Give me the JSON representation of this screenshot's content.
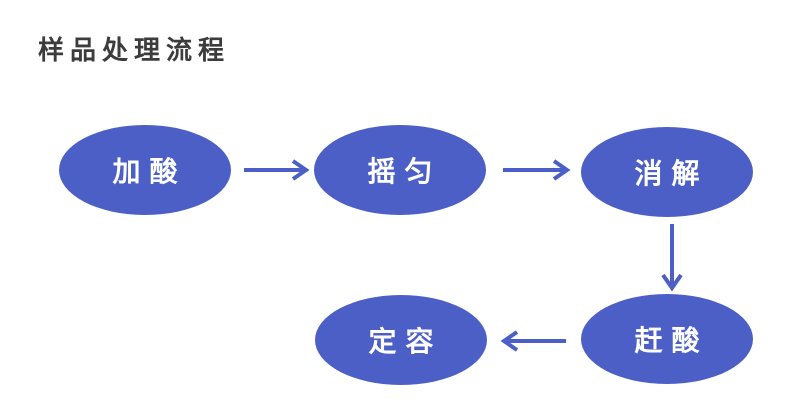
{
  "title": "样品处理流程",
  "colors": {
    "node_fill": "#4B5FC6",
    "node_text": "#FFFFFF",
    "arrow": "#4B5FC6",
    "title_text": "#3C3C3C",
    "background": "#FFFFFF"
  },
  "nodes": [
    {
      "id": "add-acid",
      "label": "加酸"
    },
    {
      "id": "shake-well",
      "label": "摇匀"
    },
    {
      "id": "digestion",
      "label": "消解"
    },
    {
      "id": "drive-acid",
      "label": "赶酸"
    },
    {
      "id": "fix-volume",
      "label": "定容"
    }
  ],
  "flow": [
    {
      "from": "加酸",
      "to": "摇匀",
      "direction": "right"
    },
    {
      "from": "摇匀",
      "to": "消解",
      "direction": "right"
    },
    {
      "from": "消解",
      "to": "赶酸",
      "direction": "down"
    },
    {
      "from": "赶酸",
      "to": "定容",
      "direction": "left"
    }
  ]
}
